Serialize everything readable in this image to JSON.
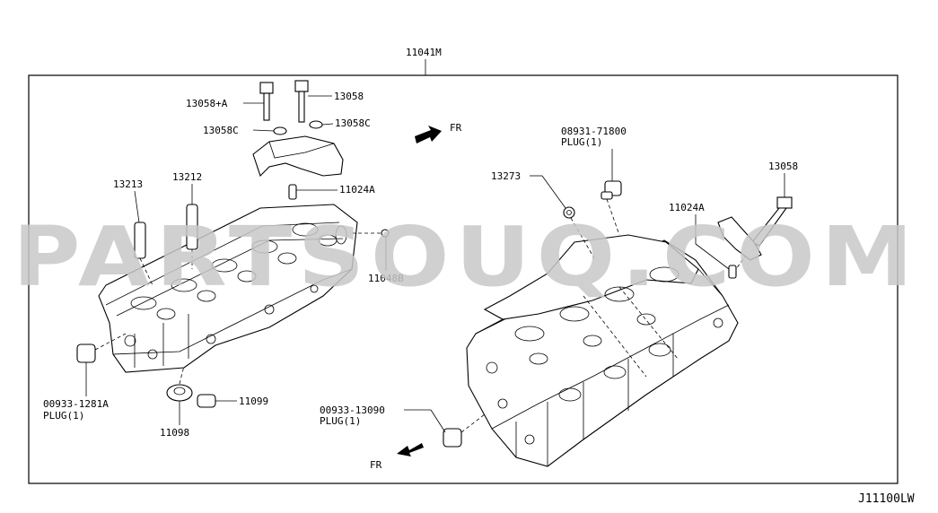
{
  "watermark": "PARTSOUQ.COM",
  "diagram_code": "J11100LW",
  "assembly_label": "11041M",
  "direction": {
    "fr_top": "FR",
    "fr_bottom": "FR"
  },
  "parts": {
    "p13058a": "13058+A",
    "p13058_top": "13058",
    "p13058c_left": "13058C",
    "p13058c_right": "13058C",
    "p13213": "13213",
    "p13212": "13212",
    "p11024a_left": "11024A",
    "p11048b": "11048B",
    "p00933_1281a": "00933-1281A",
    "p00933_1281a_note": "PLUG(1)",
    "p11098": "11098",
    "p11099": "11099",
    "p08931_71800": "08931-71800",
    "p08931_71800_note": "PLUG(1)",
    "p13273": "13273",
    "p13058_right": "13058",
    "p11024a_right": "11024A",
    "p00933_13090": "00933-13090",
    "p00933_13090_note": "PLUG(1)"
  }
}
